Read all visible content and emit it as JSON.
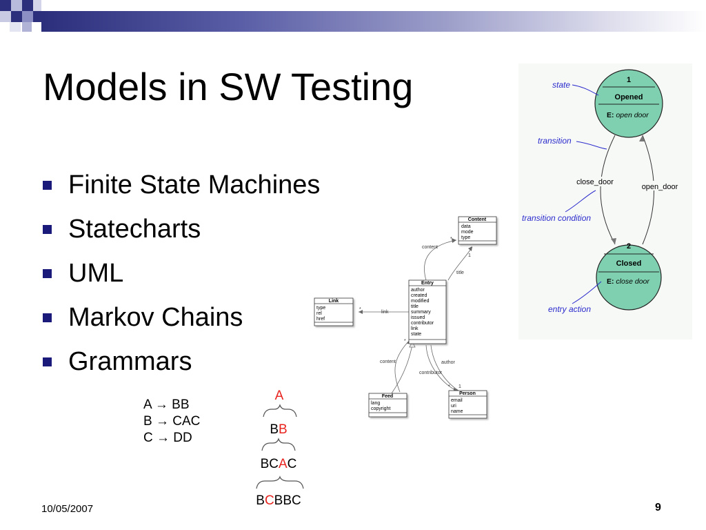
{
  "slide": {
    "title": "Models in SW Testing",
    "bullets": [
      "Finite State Machines",
      "Statecharts",
      "UML",
      "Markov Chains",
      "Grammars"
    ],
    "date": "10/05/2007",
    "page_number": "9"
  },
  "grammar_rules": [
    "A → BB",
    "B → CAC",
    "C → DD"
  ],
  "derivation": {
    "step1": {
      "pre": "",
      "hl": "A",
      "post": ""
    },
    "step2": {
      "pre": "B",
      "hl": "B",
      "post": ""
    },
    "step3": {
      "pre": "BC",
      "hl": "A",
      "post": "C"
    },
    "step4": {
      "pre": "B",
      "hl": "C",
      "post": "BBC"
    }
  },
  "state_machine": {
    "labels": {
      "state": "state",
      "transition": "transition",
      "transition_condition": "transition condition",
      "entry_action": "entry action"
    },
    "states": [
      {
        "number": "1",
        "name": "Opened",
        "entry_prefix": "E:",
        "entry_action": "open door"
      },
      {
        "number": "2",
        "name": "Closed",
        "entry_prefix": "E:",
        "entry_action": "close door"
      }
    ],
    "transitions": [
      "close_door",
      "open_door"
    ]
  },
  "uml": {
    "classes": {
      "content": {
        "name": "Content",
        "attributes": [
          "data",
          "mode",
          "type"
        ]
      },
      "entry": {
        "name": "Entry",
        "attributes": [
          "author",
          "created",
          "modified",
          "title",
          "summary",
          "issued",
          "contributor",
          "link",
          "state"
        ]
      },
      "link": {
        "name": "Link",
        "attributes": [
          "type",
          "rel",
          "href"
        ]
      },
      "feed": {
        "name": "Feed",
        "attributes": [
          "lang",
          "copyright"
        ]
      },
      "person": {
        "name": "Person",
        "attributes": [
          "email",
          "uri",
          "name"
        ]
      }
    },
    "edges": {
      "content_top": "content",
      "title": "title",
      "link": "link",
      "content_bottom": "content",
      "author": "author",
      "contributor": "contributor",
      "one_title": "1",
      "one_person": "1",
      "star_content": "*",
      "star_link": "*",
      "star_feed": "*",
      "star_person": "*"
    }
  },
  "colors": {
    "bullet": "#1a1a7a",
    "state_fill": "#7fd0b0",
    "label_blue": "#2b2bcc",
    "highlight_red": "#e8231e"
  }
}
